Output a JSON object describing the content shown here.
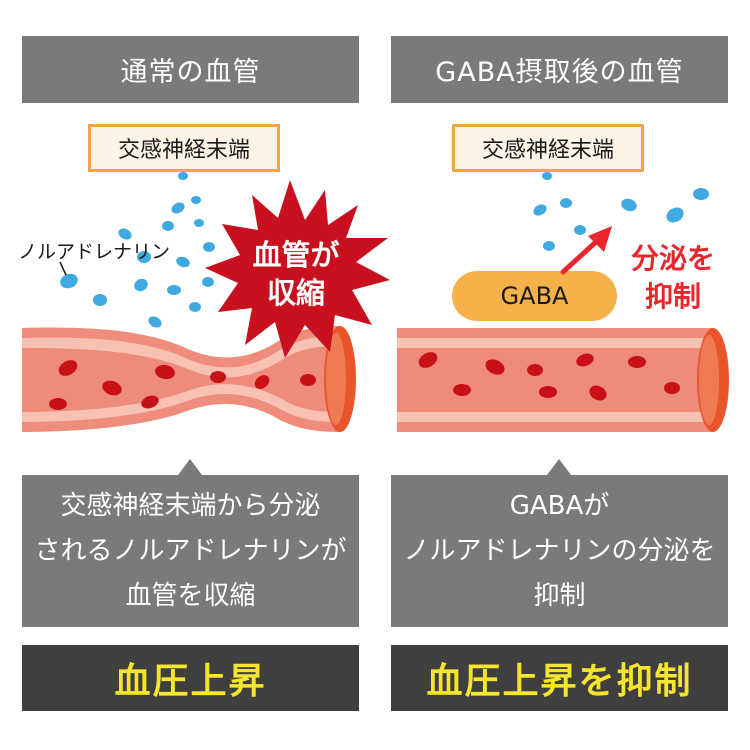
{
  "left": {
    "title": "通常の血管",
    "nerve_label": "交感神経末端",
    "noradrenaline_label": "ノルアドレナリン",
    "burst_line1": "血管が",
    "burst_line2": "収縮",
    "caption_line1": "交感神経末端から分泌",
    "caption_line2": "されるノルアドレナリンが",
    "caption_line3": "血管を収縮",
    "result": "血圧上昇"
  },
  "right": {
    "title": "GABA摂取後の血管",
    "nerve_label": "交感神経末端",
    "gaba_label": "GABA",
    "suppress_line1": "分泌を",
    "suppress_line2": "抑制",
    "caption_line1": "GABAが",
    "caption_line2": "ノルアドレナリンの分泌を",
    "caption_line3": "抑制",
    "result": "血圧上昇を抑制"
  },
  "colors": {
    "panel_gray": "#7a7a7a",
    "result_bg": "#3f3f3f",
    "result_text": "#f7e52d",
    "burst_red": "#c8101e",
    "vessel_outer": "#f08c7c",
    "vessel_inner": "#ee9a8a",
    "vessel_edge": "#e8552a",
    "blood_cell": "#c81018",
    "noradrenaline_dot": "#3fa9e0",
    "gaba_pill": "#f6b24a",
    "nerve_border": "#f4a34a",
    "accent_red": "#e8262c"
  }
}
